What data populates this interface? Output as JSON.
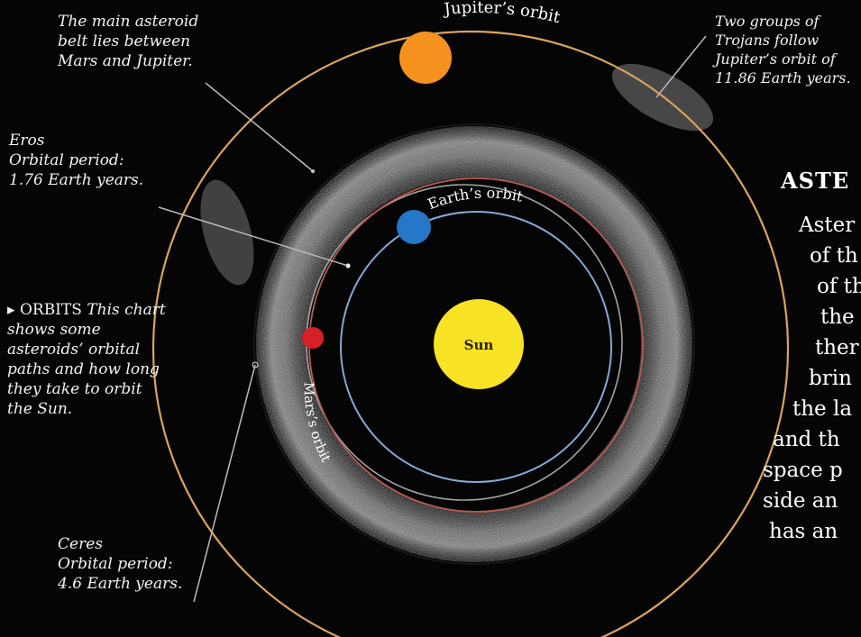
{
  "labels": {
    "sun": "Sun",
    "jupiter_orbit": "Jupiter’s orbit",
    "earth_orbit": "Earth’s orbit",
    "mars_orbit": "Mars’s orbit"
  },
  "annotations": {
    "main_belt": "The main asteroid\nbelt lies between\nMars and Jupiter.",
    "trojans": "Two groups of\nTrojans follow\nJupiter’s orbit of\n11.86 Earth years.",
    "eros": "Eros\nOrbital period:\n1.76 Earth years.",
    "ceres": "Ceres\nOrbital period:\n4.6 Earth years.",
    "orbits_marker": "▸",
    "orbits_keyword": "ORBITS",
    "orbits_text": "This chart shows some asteroids’ orbital paths and how long they take to orbit the Sun."
  },
  "side_panel": {
    "title": "ASTE",
    "lines": [
      "Aster",
      "of th",
      "of th",
      "the ",
      "ther",
      "brin",
      "the la",
      "and th",
      "space p",
      "side an",
      "has an"
    ]
  },
  "colors": {
    "background": "#050505",
    "sun": "#f7e224",
    "jupiter": "#f5921e",
    "earth": "#2577c8",
    "mars": "#d61f26",
    "jupiter_orbit": "#d7a45e",
    "mars_orbit": "#b65a52",
    "earth_orbit": "#87a8d6",
    "belt": "#8f8f8f"
  }
}
